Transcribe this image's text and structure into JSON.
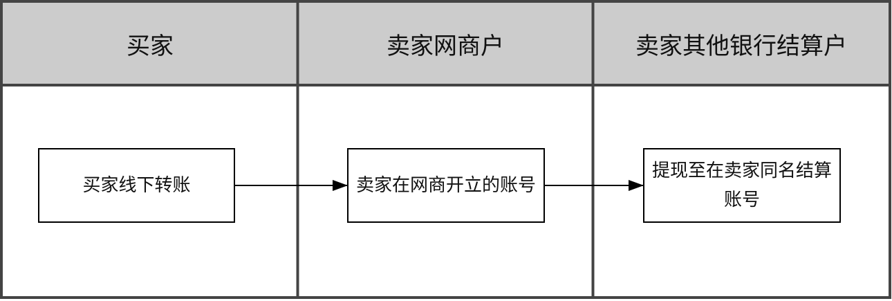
{
  "lanes": [
    {
      "title": "买家"
    },
    {
      "title": "卖家网商户"
    },
    {
      "title": "卖家其他银行结算户"
    }
  ],
  "steps": [
    {
      "text": "买家线下转账"
    },
    {
      "text": "卖家在网商开立的账号"
    },
    {
      "text": "提现至在卖家同名结算账号"
    }
  ]
}
